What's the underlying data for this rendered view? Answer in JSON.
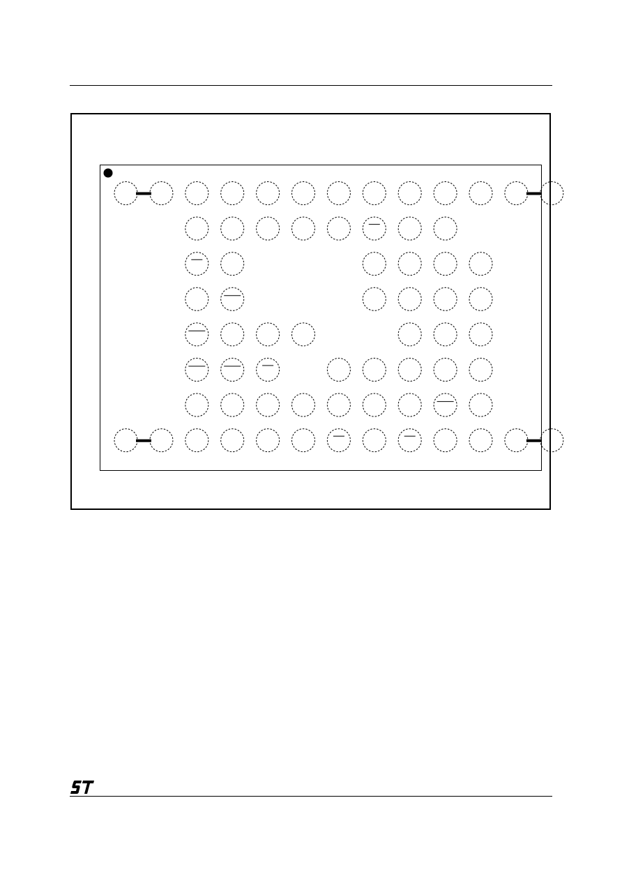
{
  "figure": {
    "title": "",
    "pin1_marker": "filled-dot",
    "ball_style": "dashed-circle",
    "rows": [
      "1111111111111",
      "0011111111000",
      "0011000111100",
      "0011000111100",
      "0011110011100",
      "0011101111100",
      "0011111111100",
      "1111111111111"
    ],
    "links": [
      {
        "row": 0,
        "from": 0,
        "to": 1
      },
      {
        "row": 0,
        "from": 11,
        "to": 12
      },
      {
        "row": 7,
        "from": 0,
        "to": 1
      },
      {
        "row": 7,
        "from": 11,
        "to": 12
      }
    ],
    "overbars": [
      {
        "row": 1,
        "col": 7,
        "size": "small"
      },
      {
        "row": 2,
        "col": 2,
        "size": "small"
      },
      {
        "row": 3,
        "col": 3,
        "size": "large"
      },
      {
        "row": 4,
        "col": 2,
        "size": "large"
      },
      {
        "row": 5,
        "col": 2,
        "size": "large"
      },
      {
        "row": 5,
        "col": 3,
        "size": "large"
      },
      {
        "row": 5,
        "col": 4,
        "size": "small"
      },
      {
        "row": 6,
        "col": 9,
        "size": "large"
      },
      {
        "row": 7,
        "col": 6,
        "size": "small"
      },
      {
        "row": 7,
        "col": 8,
        "size": "small"
      }
    ]
  },
  "logo": {
    "name": "st-logo-icon",
    "color": "#000000"
  }
}
